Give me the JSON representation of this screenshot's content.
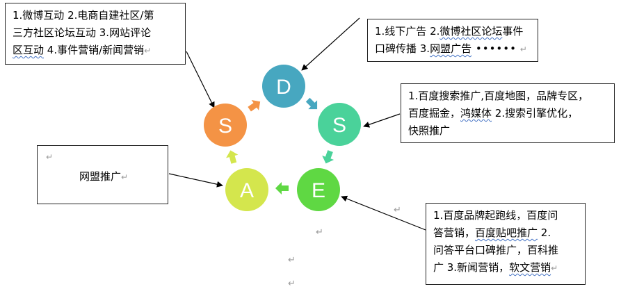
{
  "return_mark": "↵",
  "stages": [
    {
      "letter": "D",
      "color": "#47a7c0"
    },
    {
      "letter": "S",
      "color": "#4ad29a"
    },
    {
      "letter": "E",
      "color": "#5fd843"
    },
    {
      "letter": "A",
      "color": "#d4e64d"
    },
    {
      "letter": "S",
      "color": "#f49345"
    }
  ],
  "boxes": {
    "top_left": {
      "line1": "1.微博互动 2.电商自建社区/第",
      "line2": "三方社区论坛互动 3.网站评论",
      "line3_wavy": "区互动",
      "line3_rest": " 4.事件营销/新闻营销"
    },
    "top_right": {
      "line1a": "1.线下广告 2.",
      "line1_wavy": "微博社区论坛",
      "line1b": "事件",
      "line2a": "口碑传播 3.",
      "line2_wavy": "网盟广告",
      "line2_bullets": " ••••••"
    },
    "middle_right": {
      "line1": "1.百度搜索推广,百度地图，品牌专区，",
      "line2a": "百度掘金，",
      "line2_wavy": "鸿媒体",
      "line2b": " 2.搜索引擎优化，",
      "line3": "快照推广"
    },
    "left": {
      "text": "网盟推广"
    },
    "bottom_right": {
      "line1": "1.百度品牌起跑线，百度问",
      "line2a": "答营销，",
      "line2_wavy": "百度贴吧推广",
      "line2b": " 2.",
      "line3": "问答平台口碑推广，百科推",
      "line4a": "广 3.新闻营销，",
      "line4_wavy": "软文营销"
    }
  }
}
